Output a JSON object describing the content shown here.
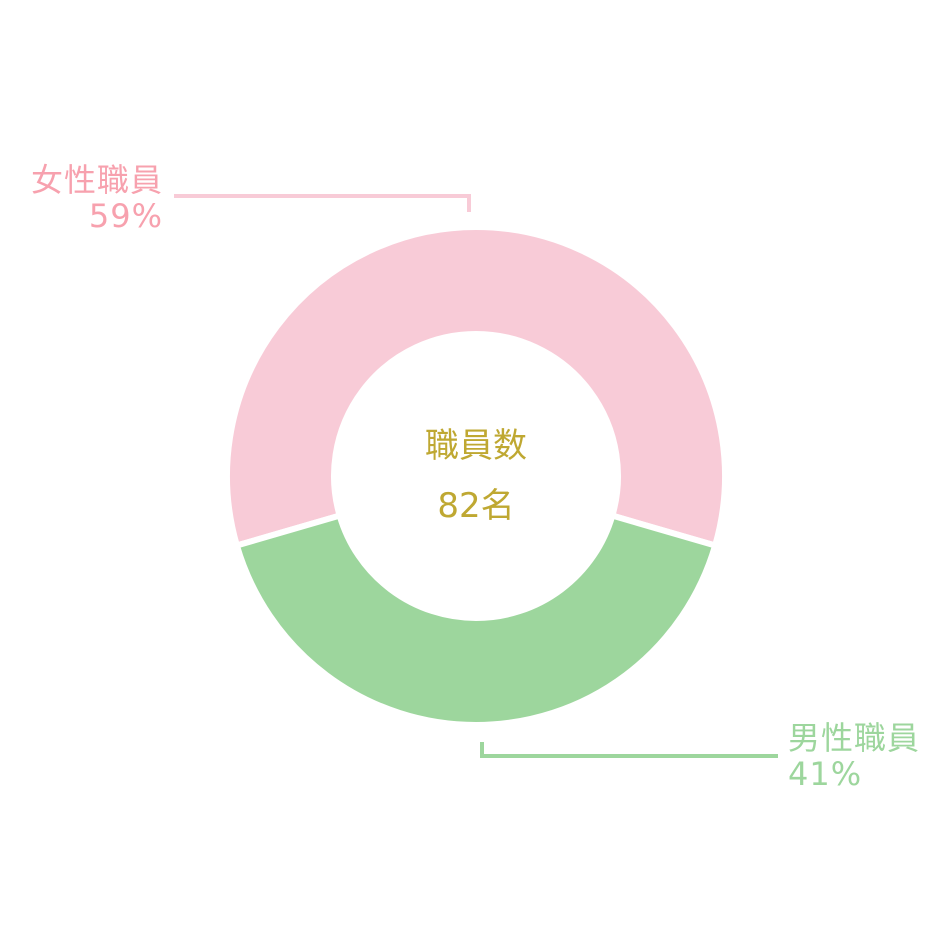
{
  "chart_data": {
    "type": "pie",
    "variant": "donut",
    "center_title": "職員数",
    "center_value": "82名",
    "slices": [
      {
        "label": "女性職員",
        "value": 59,
        "value_label": "59%",
        "color": "#f8cbd7",
        "text_color": "#f7a1ae"
      },
      {
        "label": "男性職員",
        "value": 41,
        "value_label": "41%",
        "color": "#9dd69d",
        "text_color": "#9dd69d"
      }
    ]
  }
}
